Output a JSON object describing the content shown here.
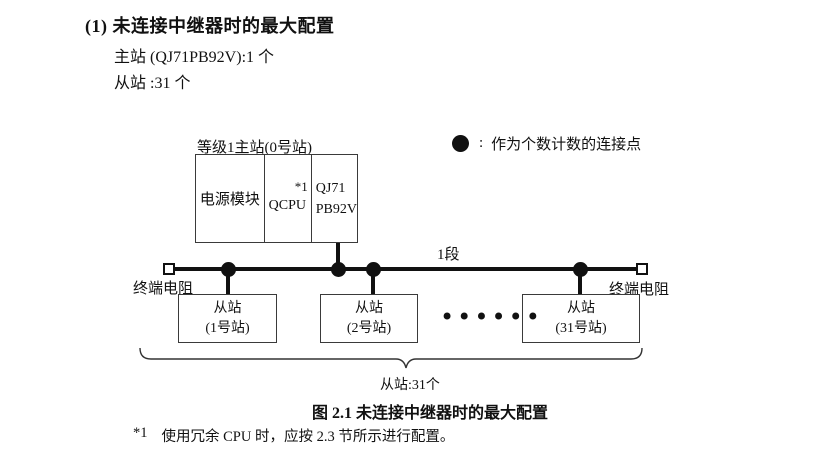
{
  "header": {
    "heading": "(1) 未连接中继器时的最大配置",
    "master_line": "主站 (QJ71PB92V):1 个",
    "slave_line": "从站 :31 个"
  },
  "diagram": {
    "master": {
      "label": "等级1主站(0号站)",
      "cells": [
        {
          "text": "电源模块"
        },
        {
          "text": "QCPU",
          "note": "*1"
        },
        {
          "line1": "QJ71",
          "line2": "PB92V"
        }
      ]
    },
    "legend": {
      "separator": ":",
      "text": "作为个数计数的连接点"
    },
    "segment_label": "1段",
    "left_terminator_label": "终端电阻",
    "right_terminator_label": "终端电阻",
    "slaves": [
      {
        "name": "从站",
        "station": "(1号站)"
      },
      {
        "name": "从站",
        "station": "(2号站)"
      },
      {
        "name": "从站",
        "station": "(31号站)"
      }
    ],
    "ellipsis": "••••••",
    "brace_label": "从站:31个"
  },
  "caption": "图 2.1 未连接中继器时的最大配置",
  "footnote": {
    "marker": "*1",
    "text": "使用冗余 CPU 时，应按 2.3 节所示进行配置。"
  }
}
